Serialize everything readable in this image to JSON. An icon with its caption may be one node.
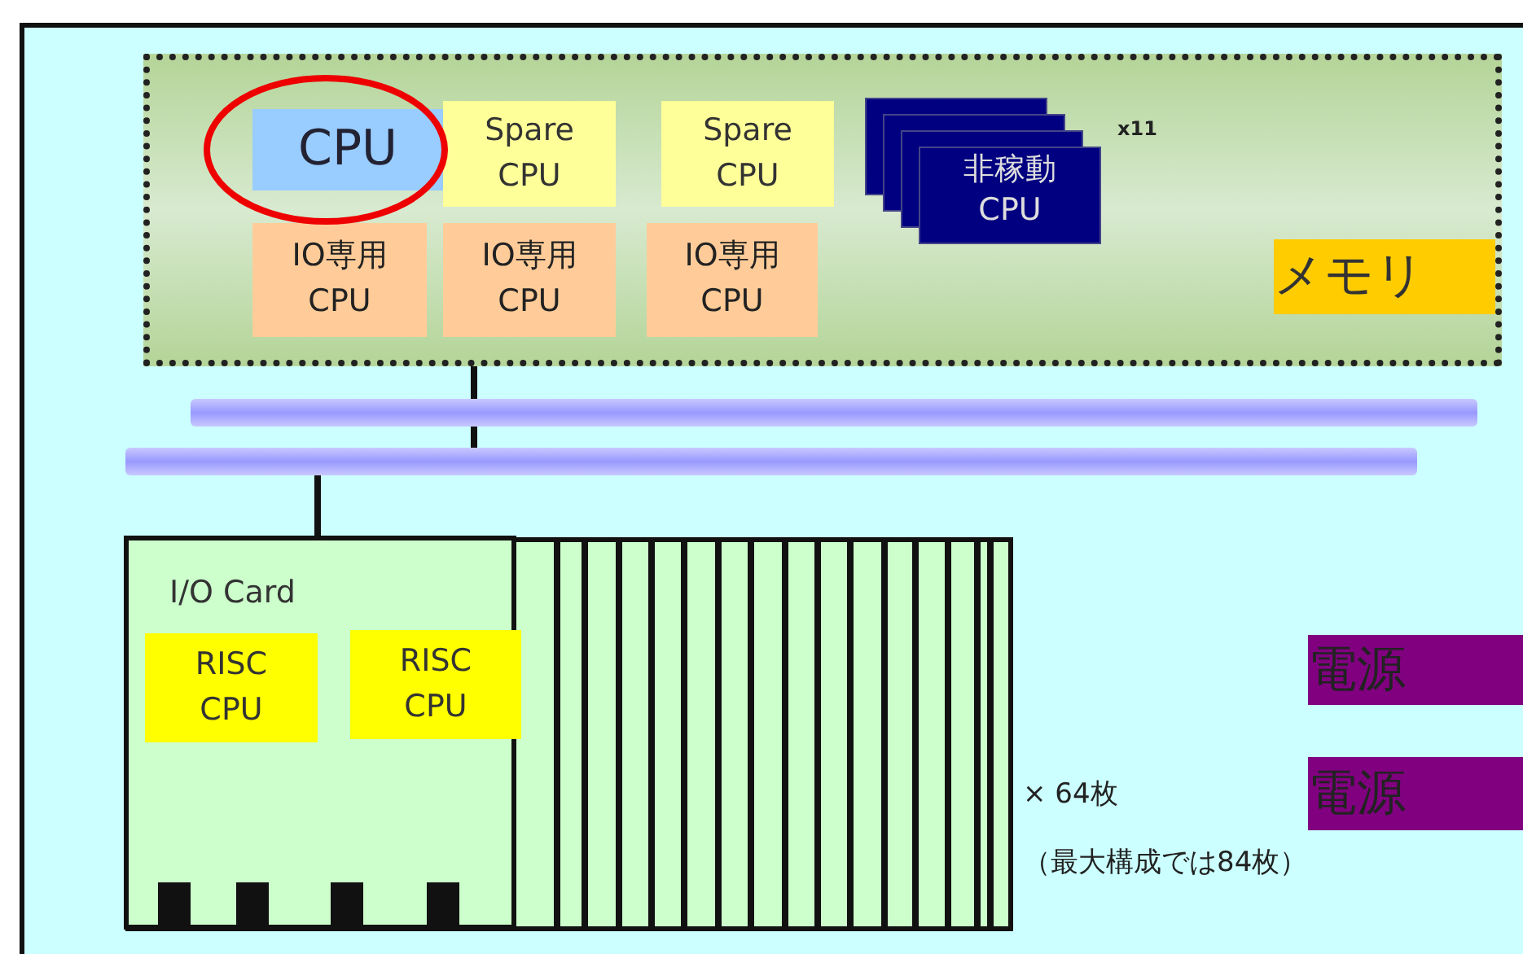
{
  "diagram": {
    "nodes": [
      {
        "text": [],
        "shape": "box"
      },
      {
        "text": [
          "CPU"
        ],
        "in": 0
      },
      {
        "text": [
          "Spare CPU"
        ],
        "in": 0
      },
      {
        "text": [
          "Spare CPU"
        ],
        "in": 0
      },
      {
        "text": [
          "非稼動 CPU"
        ],
        "in": 0,
        "beside": [
          "x11"
        ]
      },
      {
        "text": [
          "IO専用 CPU"
        ],
        "in": 0
      },
      {
        "text": [
          "IO専用 CPU"
        ],
        "in": 0
      },
      {
        "text": [
          "IO専用 CPU"
        ],
        "in": 0
      },
      {
        "text": [
          "メモリ"
        ],
        "in": 0
      },
      {
        "text": [],
        "shape": "bar"
      },
      {
        "text": [],
        "shape": "bar"
      },
      {
        "text": [],
        "shape": "box",
        "beside": [
          "× 64枚",
          "（最大構成では84枚）"
        ]
      },
      {
        "text": [
          "I/O Card"
        ],
        "in": 11
      },
      {
        "text": [
          "RISC CPU"
        ],
        "in": 12
      },
      {
        "text": [
          "RISC CPU"
        ],
        "in": 12
      },
      {
        "text": [
          "電源"
        ]
      },
      {
        "text": [
          "電源"
        ]
      }
    ],
    "edges": [
      {
        "from": 0,
        "to": 9,
        "arrow": "none"
      },
      {
        "from": 9,
        "to": 10,
        "arrow": "none"
      },
      {
        "from": 10,
        "to": 12,
        "arrow": "none"
      }
    ]
  }
}
